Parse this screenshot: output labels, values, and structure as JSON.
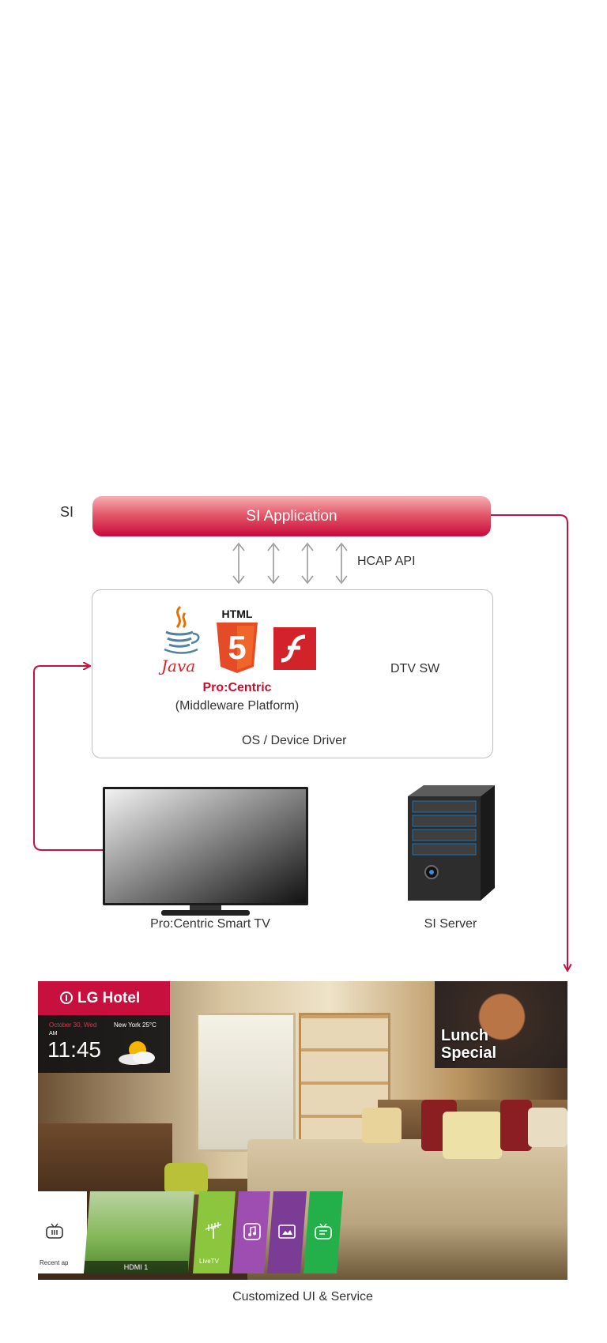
{
  "diagram": {
    "si_label": "SI",
    "si_application": "SI Application",
    "hcap_api": "HCAP API",
    "dtv_sw": "DTV SW",
    "procentric_title": "Pro:Centric",
    "procentric_subtitle": "(Middleware Platform)",
    "os_driver": "OS / Device Driver",
    "tv_caption": "Pro:Centric Smart TV",
    "server_caption": "SI Server",
    "ui_caption": "Customized UI & Service",
    "logos": {
      "java_text": "Java",
      "html_text": "HTML",
      "html_number": "5"
    }
  },
  "hotel_ui": {
    "brand": "LG Hotel",
    "date": "October 30, Wed",
    "city_weather": "New York 25°C",
    "ampm": "AM",
    "time": "11:45",
    "promo_line1": "Lunch",
    "promo_line2": "Special",
    "tiles": {
      "recent": "Recent ap",
      "hdmi": "HDMI 1",
      "livetv": "LiveTV"
    }
  },
  "colors": {
    "accent": "#c8102e",
    "arrow": "#c8103e",
    "gray_arrow": "#9a9a9a"
  }
}
